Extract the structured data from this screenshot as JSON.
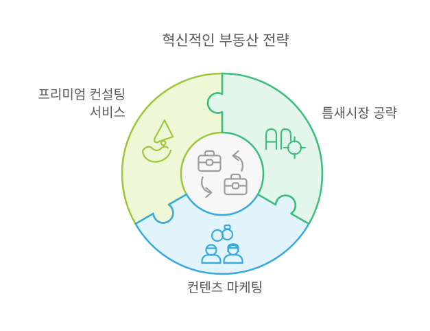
{
  "title": "혁신적인 부동산 전략",
  "diagram": {
    "type": "puzzle-cycle",
    "center": {
      "icon": "briefcase-exchange-icon",
      "fill": "#f7f7f7",
      "icon_color": "#9c9c9c"
    },
    "segments": [
      {
        "id": "premium-consulting",
        "label": "프리미엄 컨설팅 서비스",
        "label_lines": [
          "프리미엄 컨설팅",
          "서비스"
        ],
        "position": "upper-left",
        "icon": "megaphone-in-hand-icon",
        "fill": "#eef7d6",
        "stroke": "#9dc63c"
      },
      {
        "id": "niche-market",
        "label": "틈새시장 공략",
        "label_lines": [
          "틈새시장 공략"
        ],
        "position": "upper-right",
        "icon": "ad-target-icon",
        "icon_text": "AD",
        "fill": "#e3f6ec",
        "stroke": "#3fbd7f"
      },
      {
        "id": "content-marketing",
        "label": "컨텐츠 마케팅",
        "label_lines": [
          "컨텐츠 마케팅"
        ],
        "position": "bottom",
        "icon": "people-partnership-icon",
        "fill": "#e1f4fc",
        "stroke": "#38a9de"
      }
    ],
    "text_color": "#58595b",
    "background": "#ffffff"
  }
}
